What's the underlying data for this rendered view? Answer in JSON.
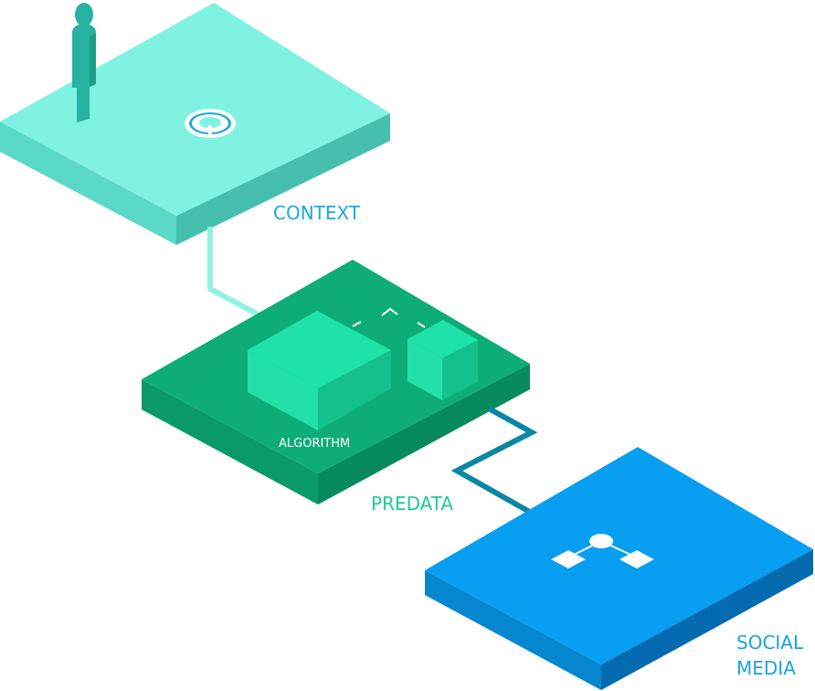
{
  "labels": {
    "context": "CONTEXT",
    "algorithm": "ALGORITHM",
    "predata": "PREDATA",
    "social_line1": "SOCIAL",
    "social_line2": "MEDIA"
  },
  "colors": {
    "context_label": "#1aa9df",
    "predata_label": "#1ec995",
    "social_label": "#1aa2e4",
    "algorithm_label": "#ffffff",
    "context_top": "#80f2e2",
    "context_left": "#5ad8c8",
    "context_right": "#47bfae",
    "algo_top": "#0ead77",
    "algo_left": "#0a9a69",
    "algo_right": "#078a5c",
    "cube_top": "#1de3a8",
    "cube_left": "#22e0a8",
    "cube_right": "#14c08c",
    "social_top": "#089ef2",
    "social_left": "#0786d0",
    "social_right": "#056bb0",
    "connector_context": "#8ff3e2",
    "connector_social": "#0a86a6",
    "person": "#27b3a2"
  },
  "icons": {
    "person": "person-icon",
    "location": "location-pin-icon",
    "network": "network-node-icon"
  }
}
